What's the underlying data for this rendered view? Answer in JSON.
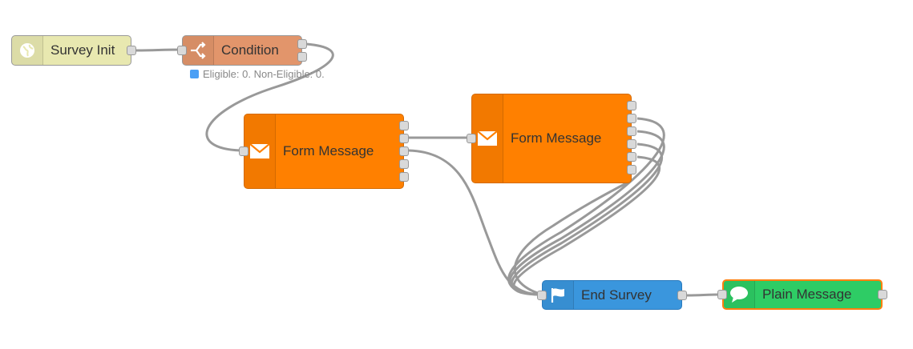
{
  "nodes": {
    "survey_init": {
      "label": "Survey Init",
      "color": "#e8e8b0",
      "icon": "globe-icon"
    },
    "condition": {
      "label": "Condition",
      "color": "#e2956b",
      "icon": "switch-icon"
    },
    "form_message_1": {
      "label": "Form Message",
      "color": "#ff8000",
      "icon": "envelope-icon"
    },
    "form_message_2": {
      "label": "Form Message",
      "color": "#ff8000",
      "icon": "envelope-icon"
    },
    "end_survey": {
      "label": "End Survey",
      "color": "#3a96dd",
      "icon": "flag-icon"
    },
    "plain_message": {
      "label": "Plain Message",
      "color": "#2ecc65",
      "icon": "speech-bubble-icon"
    }
  },
  "condition_status": {
    "text": "Eligible: 0. Non-Eligible: 0.",
    "color": "#4a9ff5"
  },
  "wire_color": "#999999"
}
